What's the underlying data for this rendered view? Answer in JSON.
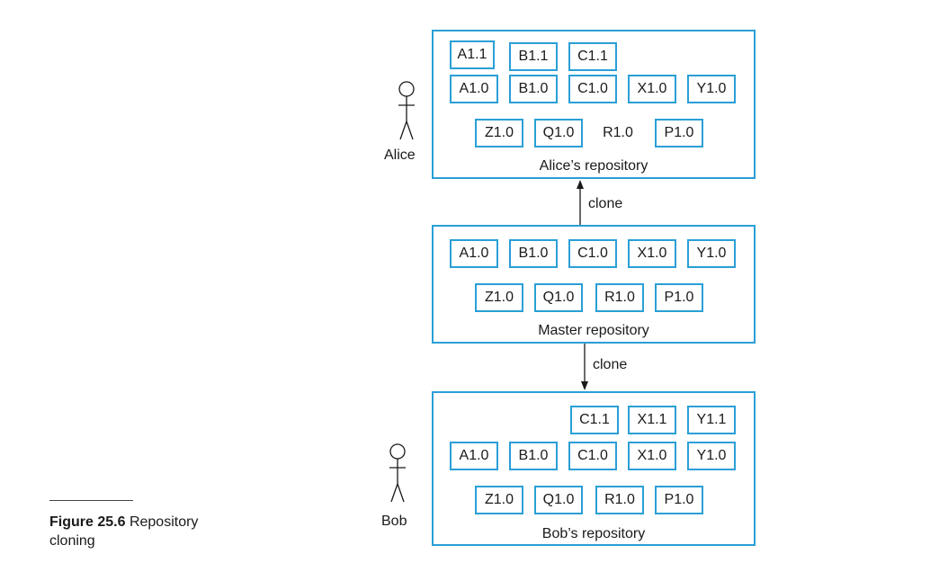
{
  "alice_repo": {
    "label": "Alice’s repository",
    "rows": [
      [
        "A1.1",
        "B1.1",
        "C1.1"
      ],
      [
        "A1.0",
        "B1.0",
        "C1.0",
        "X1.0",
        "Y1.0"
      ],
      [
        "Z1.0",
        "Q1.0",
        "R1.0",
        "P1.0"
      ]
    ]
  },
  "master_repo": {
    "label": "Master repository",
    "rows": [
      [
        "A1.0",
        "B1.0",
        "C1.0",
        "X1.0",
        "Y1.0"
      ],
      [
        "Z1.0",
        "Q1.0",
        "R1.0",
        "P1.0"
      ]
    ]
  },
  "bob_repo": {
    "label": "Bob’s repository",
    "rows": [
      [
        "C1.1",
        "X1.1",
        "Y1.1"
      ],
      [
        "A1.0",
        "B1.0",
        "C1.0",
        "X1.0",
        "Y1.0"
      ],
      [
        "Z1.0",
        "Q1.0",
        "R1.0",
        "P1.0"
      ]
    ]
  },
  "actors": {
    "alice": "Alice",
    "bob": "Bob"
  },
  "arrows": {
    "to_alice": "clone",
    "to_bob": "clone"
  },
  "caption": {
    "figure": "Figure 25.6",
    "text": "Repository cloning"
  }
}
